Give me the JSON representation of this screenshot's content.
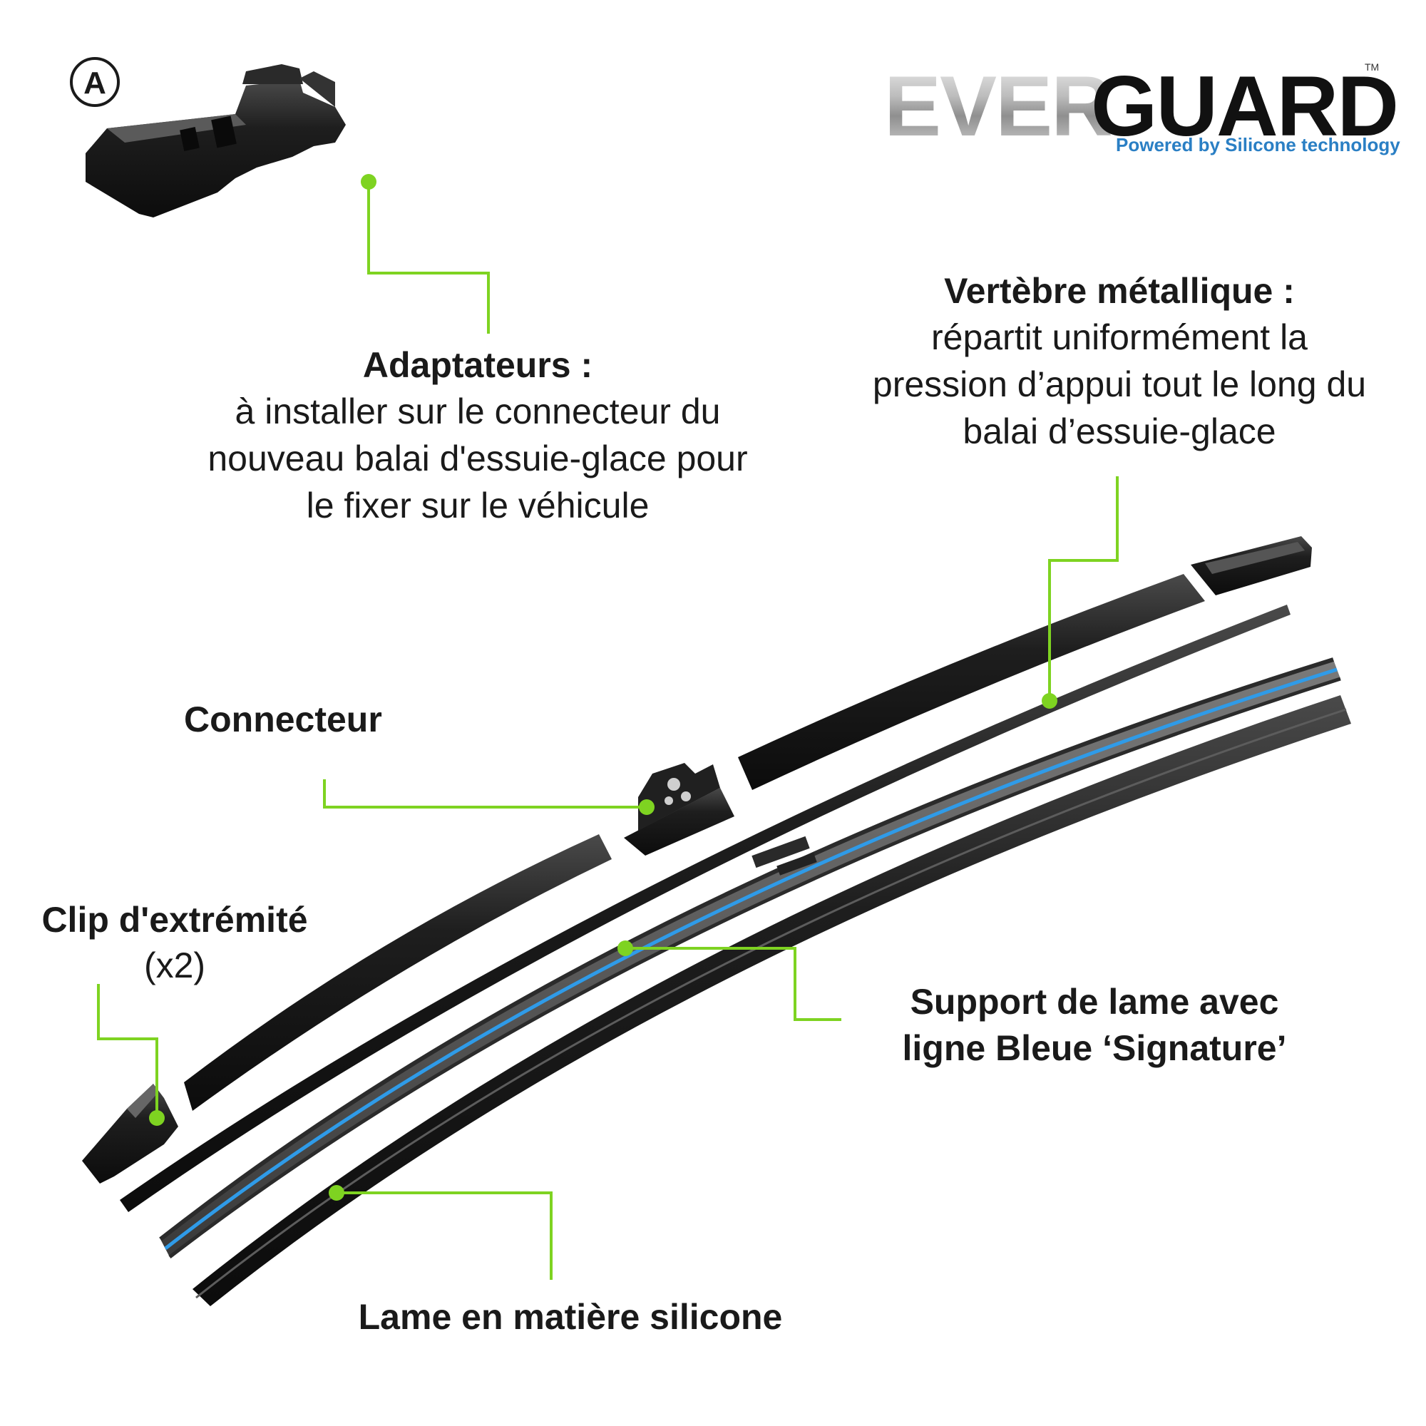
{
  "colors": {
    "accent": "#7ed321",
    "signature_blue": "#2f9be8",
    "dark_part": "#1c1c1c",
    "logo_blue": "#2a7fc4"
  },
  "logo": {
    "word_left": "EVER",
    "word_right": "GUARD",
    "trademark": "TM",
    "tagline": "Powered by Silicone technology"
  },
  "badge": {
    "letter": "A"
  },
  "callouts": {
    "adapters": {
      "title": "Adaptateurs :",
      "lines": [
        "à installer sur le connecteur du",
        "nouveau balai d'essuie-glace pour",
        "le fixer sur le véhicule"
      ]
    },
    "vertebra": {
      "title": "Vertèbre métallique :",
      "lines": [
        "répartit uniformément la",
        "pression d’appui tout le long du",
        "balai d’essuie-glace"
      ]
    },
    "connector": {
      "title": "Connecteur"
    },
    "end_clip": {
      "title": "Clip d'extrémité",
      "note": "(x2)"
    },
    "support": {
      "lines": [
        "Support de lame avec",
        "ligne Bleue ‘Signature’"
      ]
    },
    "blade": {
      "title": "Lame en matière silicone"
    }
  }
}
